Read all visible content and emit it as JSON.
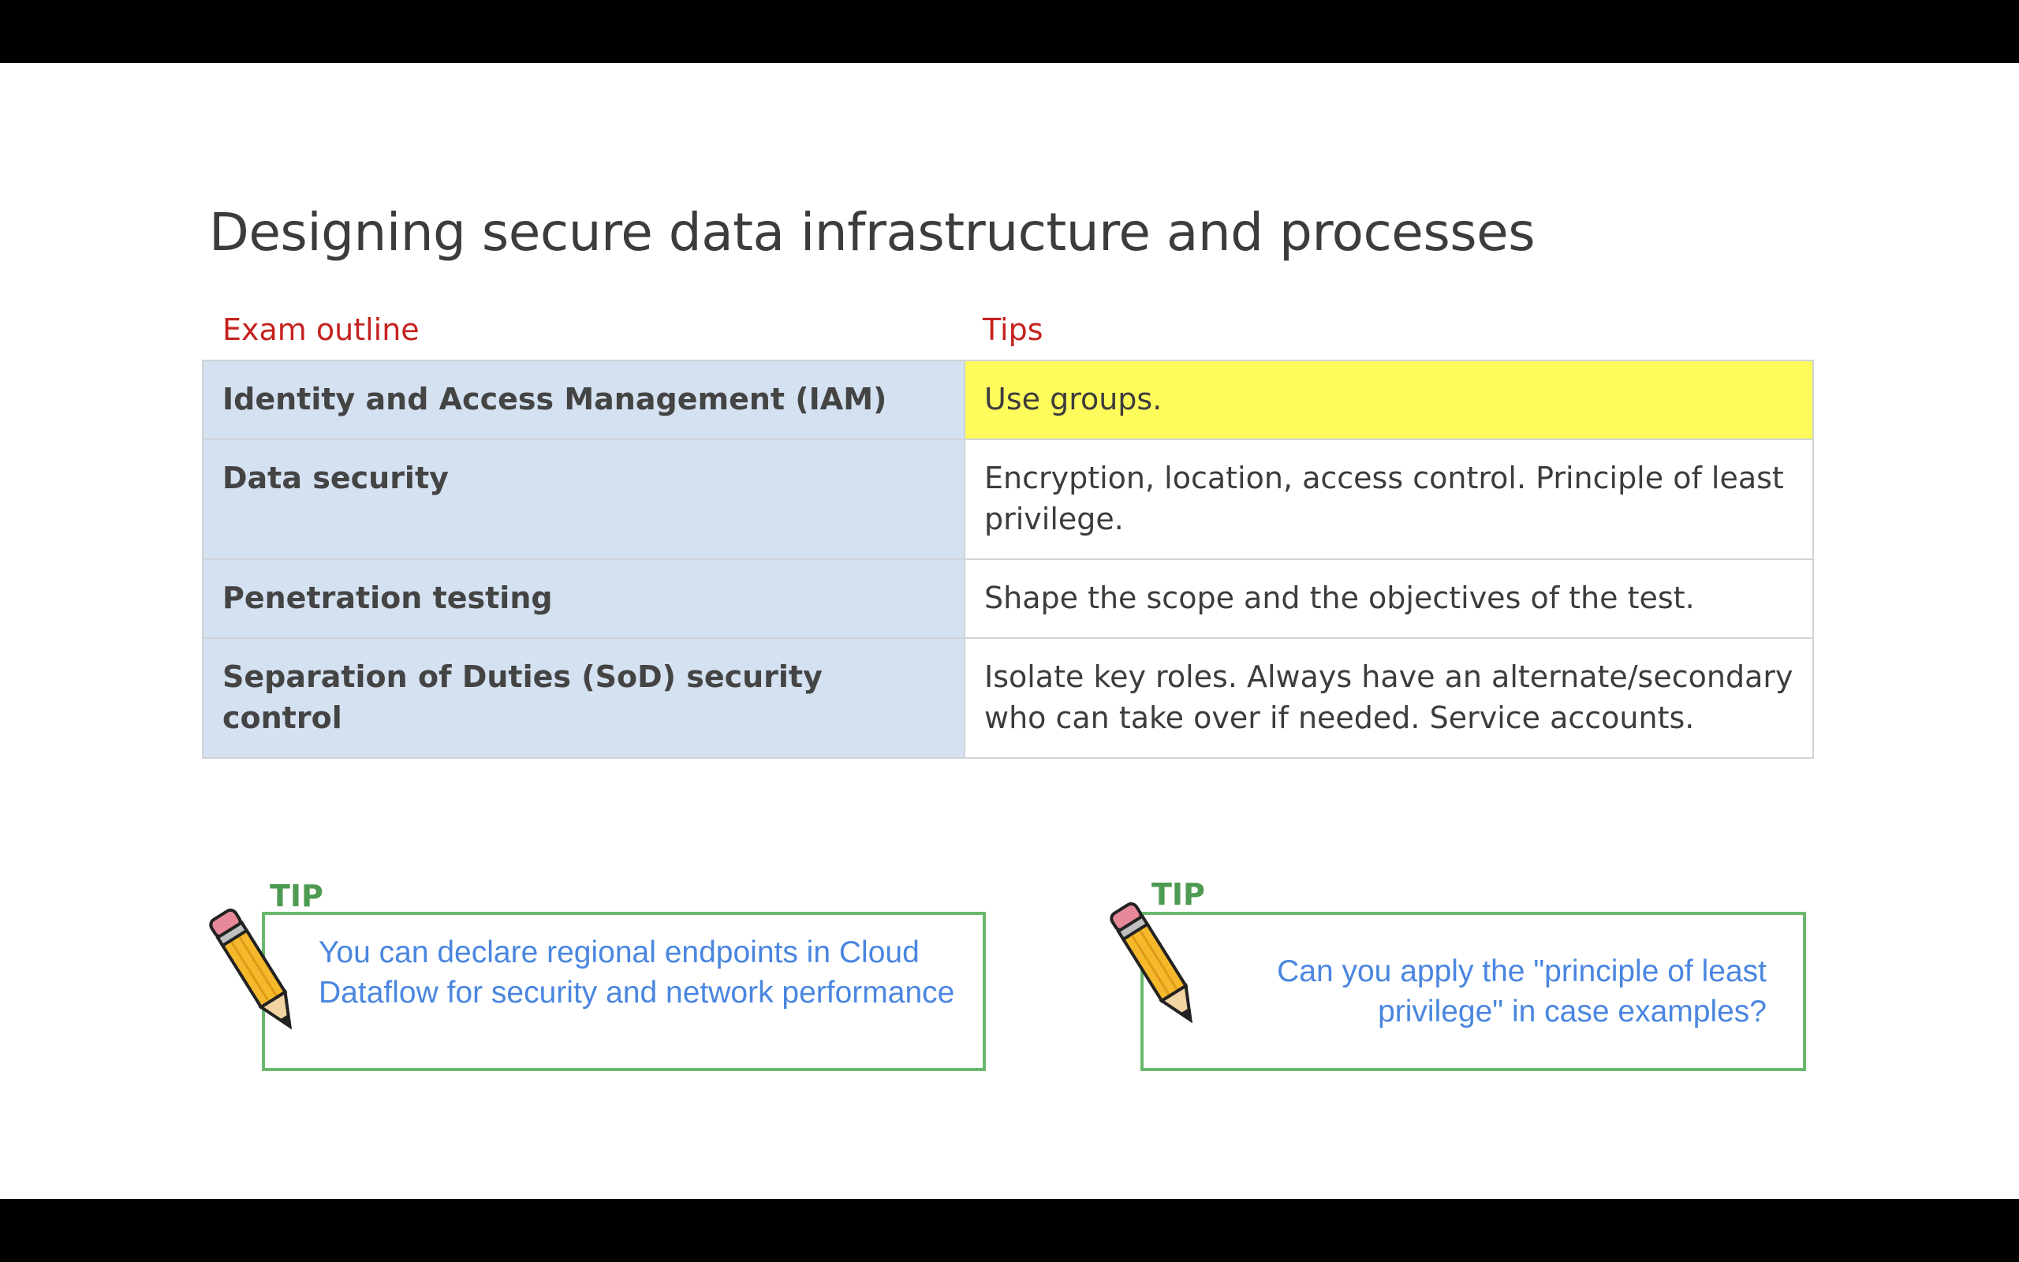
{
  "slide": {
    "title": "Designing secure data infrastructure and processes",
    "columns": {
      "left": "Exam outline",
      "right": "Tips"
    },
    "rows": [
      {
        "topic": "Identity and Access Management (IAM)",
        "tip": "Use groups."
      },
      {
        "topic": "Data security",
        "tip": "Encryption, location, access control. Principle of least privilege."
      },
      {
        "topic": "Penetration testing",
        "tip": "Shape the scope and the objectives of the test."
      },
      {
        "topic": "Separation of Duties (SoD) security control",
        "tip": "Isolate key roles. Always have an alternate/secondary who can take over if needed. Service accounts."
      }
    ],
    "tip_boxes": [
      {
        "label": "TIP",
        "text": "You can declare regional endpoints in Cloud Dataflow for security and network performance",
        "icon": "pencil-icon"
      },
      {
        "label": "TIP",
        "text": "Can you apply the \"principle of least privilege\" in case examples?",
        "icon": "pencil-icon"
      }
    ]
  },
  "colors": {
    "heading_accent": "#c5221f",
    "topic_cell_bg": "#d4e1f0",
    "highlight_bg": "#fefb5c",
    "tip_border": "#6ab86d",
    "tip_label": "#4e9a52",
    "tip_text": "#4a86e0"
  }
}
